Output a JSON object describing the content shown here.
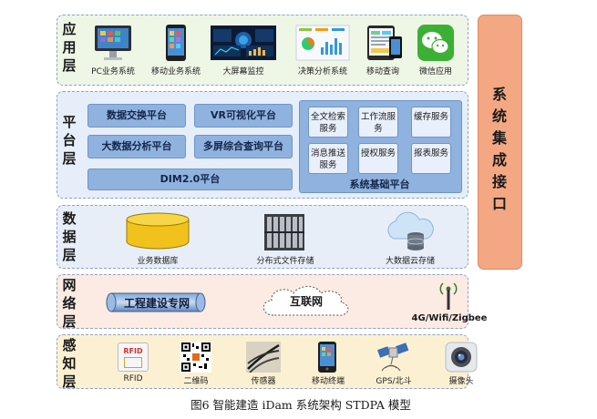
{
  "layers": {
    "app": "应用层",
    "platform": "平台层",
    "data": "数据层",
    "network": "网络层",
    "sensing": "感知层"
  },
  "side_interface": "系统集成接口",
  "app_items": [
    "PC业务系统",
    "移动业务系统",
    "大屏幕监控",
    "决策分析系统",
    "移动查询",
    "微信应用"
  ],
  "platform": {
    "left": [
      "数据交换平台",
      "VR可视化平台",
      "大数据分析平台",
      "多屏综合查询平台"
    ],
    "dim": "DIM2.0平台",
    "services": [
      "全文检索服务",
      "工作流服务",
      "缓存服务",
      "消息推送服务",
      "授权服务",
      "报表服务"
    ],
    "services_title": "系统基础平台"
  },
  "data_items": [
    "业务数据库",
    "分布式文件存储",
    "大数据云存储"
  ],
  "network": {
    "private": "工程建设专网",
    "internet": "互联网",
    "wireless": "4G/Wifi/Zigbee"
  },
  "sensing_items": [
    "RFID",
    "二维码",
    "传感器",
    "移动终端",
    "GPS/北斗",
    "摄像头"
  ],
  "rfid_tag_text": "RFID",
  "caption": "图6   智能建造 iDam 系统架构 STDPA 模型",
  "colors": {
    "app_bg": "#eef6e6",
    "platform_bg": "#e6eefa",
    "data_bg": "#e8eef8",
    "network_bg": "#fbebe3",
    "sensing_bg": "#fbf1d2",
    "side_bg": "#f3a783",
    "button_blue": "#8fb2df"
  }
}
